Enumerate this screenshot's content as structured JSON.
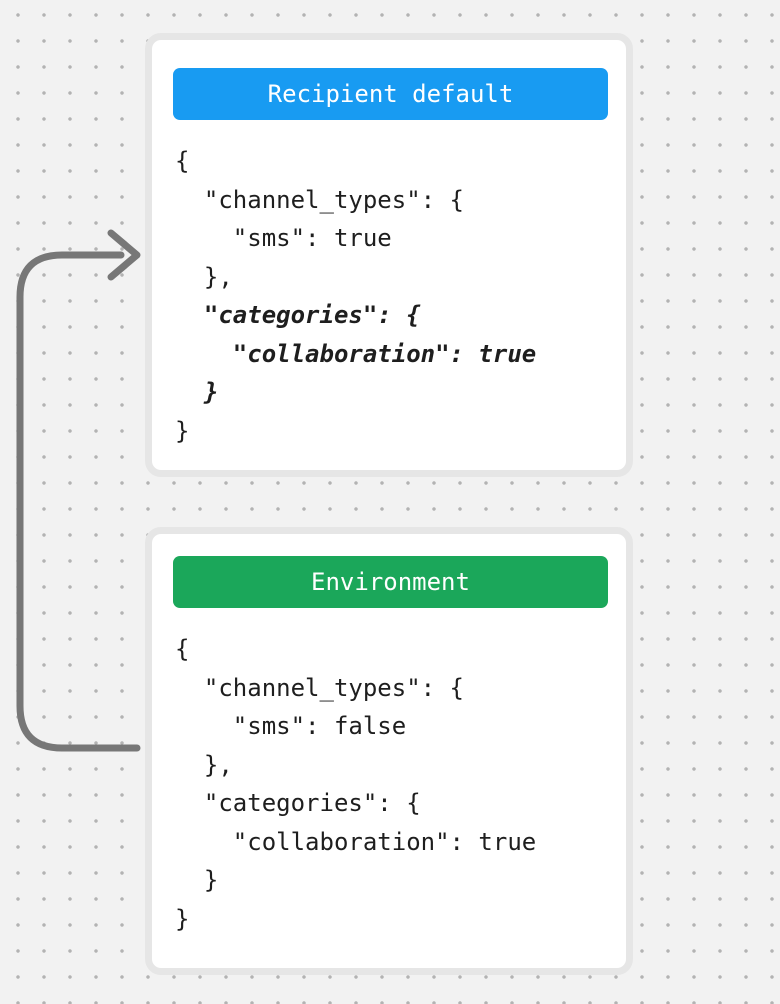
{
  "colors": {
    "background": "#f2f2f2",
    "dots": "#b3b3b3",
    "card_ring": "#e6e6e6",
    "text": "#1e1e1e",
    "arrow": "#777777",
    "blue_header": "#189bf2",
    "green_header": "#1ba75a"
  },
  "cards": [
    {
      "title": "Recipient default",
      "header_color": "#189bf2",
      "code_lines": [
        {
          "text": "{",
          "style": "regular"
        },
        {
          "text": "  \"channel_types\": {",
          "style": "regular"
        },
        {
          "text": "    \"sms\": true",
          "style": "regular"
        },
        {
          "text": "  },",
          "style": "regular"
        },
        {
          "text": "  \"categories\": {",
          "style": "italic"
        },
        {
          "text": "    \"collaboration\": true",
          "style": "italic"
        },
        {
          "text": "  }",
          "style": "italic"
        },
        {
          "text": "}",
          "style": "regular"
        }
      ]
    },
    {
      "title": "Environment",
      "header_color": "#1ba75a",
      "code_lines": [
        {
          "text": "{",
          "style": "regular"
        },
        {
          "text": "  \"channel_types\": {",
          "style": "regular"
        },
        {
          "text": "    \"sms\": false",
          "style": "regular"
        },
        {
          "text": "  },",
          "style": "regular"
        },
        {
          "text": "  \"categories\": {",
          "style": "regular"
        },
        {
          "text": "    \"collaboration\": true",
          "style": "regular"
        },
        {
          "text": "  }",
          "style": "regular"
        },
        {
          "text": "}",
          "style": "regular"
        }
      ]
    }
  ],
  "arrow": {
    "description": "curved connector from environment card to recipient default card"
  }
}
